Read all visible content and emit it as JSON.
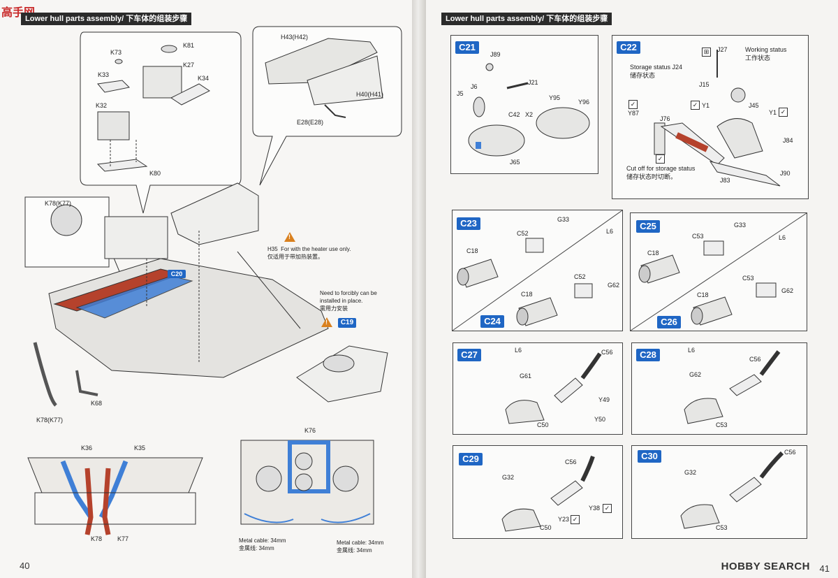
{
  "watermark": "高手网",
  "left": {
    "header": "Lower hull parts assembly/ 下车体的组装步骤",
    "page_number": "40",
    "callout_top": {
      "parts": [
        "K81",
        "K73",
        "K27",
        "K33",
        "K34",
        "K32",
        "K80"
      ]
    },
    "callout_hull": {
      "parts": [
        "H43(H42)",
        "H40(H41)",
        "E28(E28)"
      ]
    },
    "inset_left": {
      "label": "K78(K77)"
    },
    "step_tags": {
      "c20": "C20",
      "c19": "C19"
    },
    "notes": {
      "heater": "H35  For with the heater use only.\n仅适用于带加热装置。",
      "forcibly": "Need to forcibly can be\ninstalled in place.\n需用力安装"
    },
    "labels": {
      "k68": "K68",
      "k78b": "K78(K77)",
      "k76": "K76",
      "k36": "K36",
      "k35": "K35",
      "k78": "K78",
      "k77": "K77"
    },
    "cable1": "Metal cable: 34mm\n金属线: 34mm",
    "cable2": "Metal cable: 34mm\n金属线: 34mm"
  },
  "right": {
    "header": "Lower hull parts assembly/ 下车体的组装步骤",
    "page_number": "41",
    "c21": {
      "tag": "C21",
      "parts": [
        "J89",
        "J21",
        "J6",
        "J5",
        "C42",
        "X2",
        "Y95",
        "Y96",
        "J65"
      ]
    },
    "c22": {
      "tag": "C22",
      "parts": [
        "J27",
        "Working status",
        "工作状态",
        "Storage status J24",
        "储存状态",
        "J15",
        "J45",
        "Y1",
        "Y1",
        "Y87",
        "J76",
        "J84",
        "Cut off for storage status",
        "储存状态时切断。",
        "J83",
        "J90"
      ]
    },
    "c23": {
      "tag": "C23",
      "parts": [
        "G33",
        "C52",
        "C18",
        "L6",
        "G62"
      ]
    },
    "c24": {
      "tag": "C24",
      "parts": [
        "C18",
        "C52"
      ]
    },
    "c25": {
      "tag": "C25",
      "parts": [
        "G33",
        "C53",
        "C18",
        "L6",
        "G62"
      ]
    },
    "c26": {
      "tag": "C26",
      "parts": [
        "C18",
        "C53"
      ]
    },
    "c27": {
      "tag": "C27",
      "parts": [
        "L6",
        "C56",
        "G61",
        "Y49",
        "Y50",
        "C50"
      ]
    },
    "c28": {
      "tag": "C28",
      "parts": [
        "L6",
        "C56",
        "G62",
        "C53"
      ]
    },
    "c29": {
      "tag": "C29",
      "parts": [
        "C56",
        "G32",
        "Y38",
        "Y23",
        "C50"
      ]
    },
    "c30": {
      "tag": "C30",
      "parts": [
        "C56",
        "G32",
        "C53"
      ]
    }
  },
  "brand": "HOBBY SEARCH",
  "colors": {
    "step_tag": "#1f66c4",
    "warning": "#d9801e",
    "red_part": "#b5422c",
    "blue_part": "#3f7fd6",
    "header_bg": "#2b2b2b"
  }
}
